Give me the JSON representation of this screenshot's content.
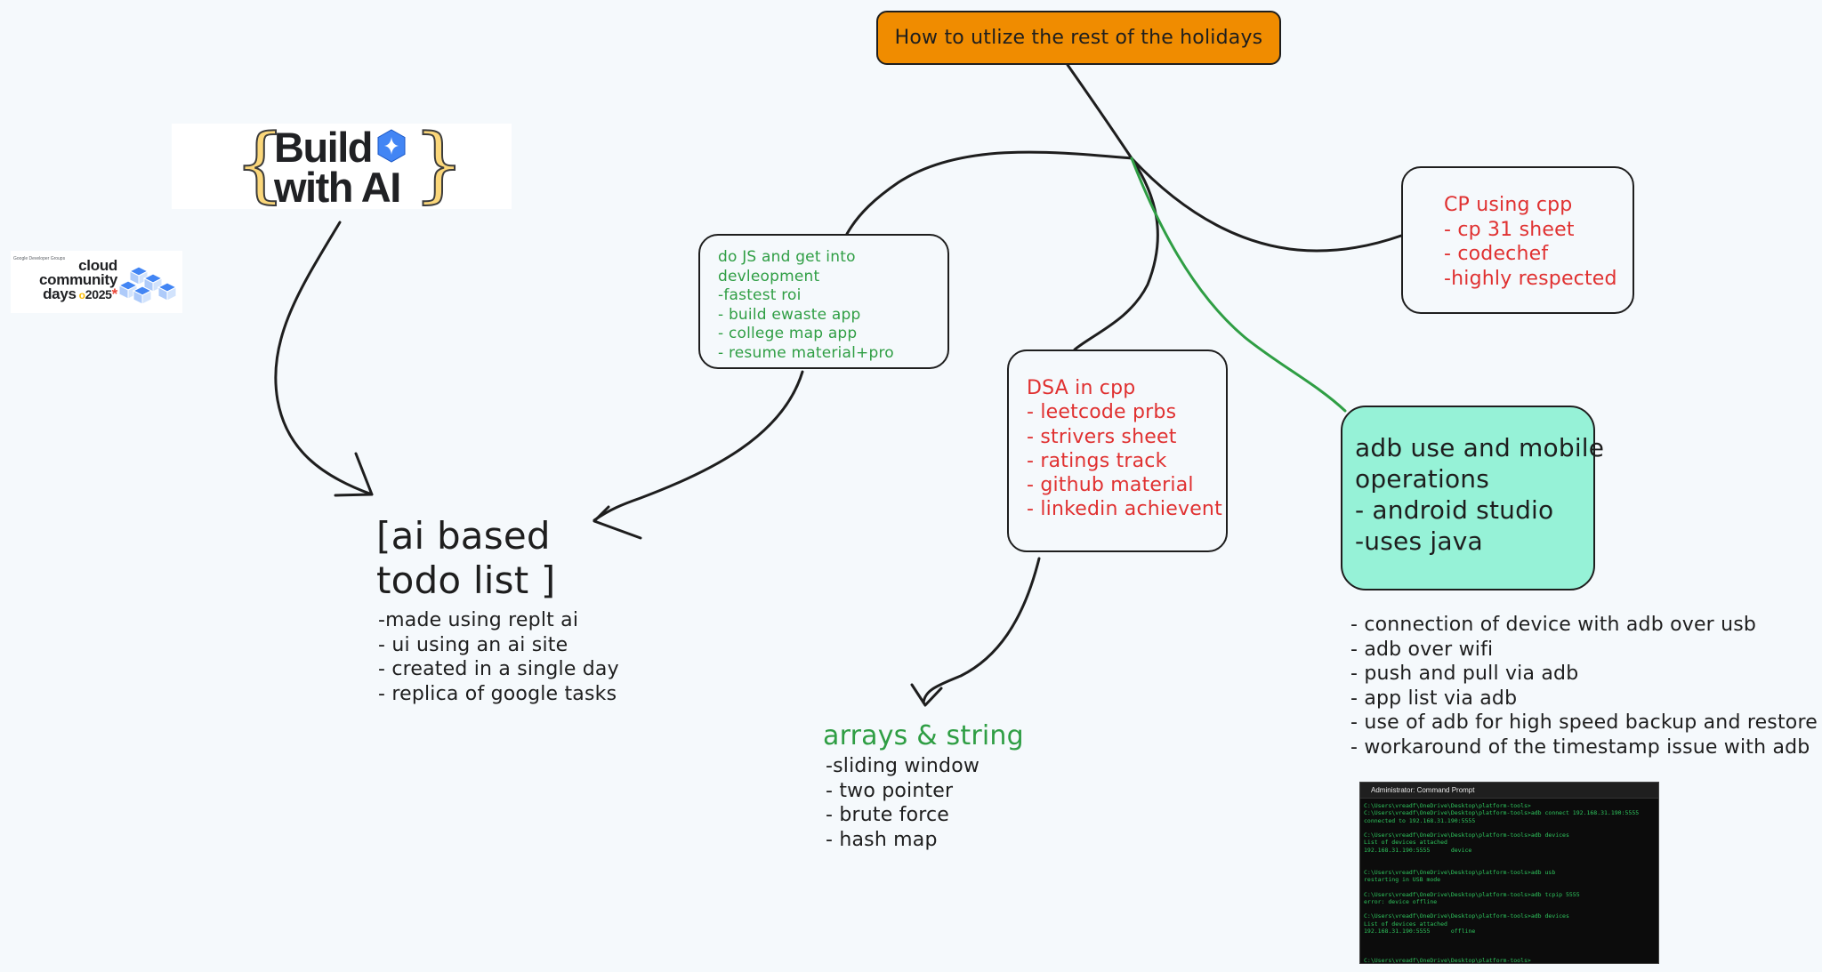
{
  "title": "How to utlize the rest of the holidays",
  "nodes": {
    "js": {
      "lines": [
        "do JS and get into",
        "devleopment",
        "-fastest roi",
        "- build ewaste app",
        "- college map app",
        "- resume material+pro"
      ],
      "color": "#2f9e44"
    },
    "cp": {
      "lines": [
        "CP using cpp",
        "- cp 31 sheet",
        "- codechef",
        "-highly respected"
      ],
      "color": "#e03131"
    },
    "dsa": {
      "lines": [
        "DSA in cpp",
        "- leetcode prbs",
        "- strivers sheet",
        "- ratings track",
        "- github material",
        "- linkedin achievent"
      ],
      "color": "#e03131"
    },
    "adb": {
      "lines": [
        "adb use and mobile",
        "operations",
        "- android studio",
        "-uses java"
      ],
      "fill": "#96f2d7"
    }
  },
  "todo": {
    "title_lines": [
      "[ai based",
      "todo list ]"
    ],
    "notes": [
      "-made using replt ai",
      "- ui using an ai site",
      "- created in a single day",
      "- replica of google tasks"
    ]
  },
  "arrays": {
    "title": "arrays & string",
    "title_color": "#2f9e44",
    "notes": [
      "-sliding window",
      "- two pointer",
      "- brute force",
      "- hash map"
    ]
  },
  "adb_notes": [
    "- connection of device with adb over usb",
    "- adb over wifi",
    "- push and pull via adb",
    "- app list via adb",
    "- use of adb for high speed backup and restore",
    "- workaround of the timestamp issue with adb"
  ],
  "logos": {
    "build_with_ai": {
      "line1": "Build",
      "line2": "with AI",
      "brace_color": "#fbd77a",
      "gem_color": "#4285f4"
    },
    "cloud_community_days": {
      "small": "Google Developer Groups",
      "line1": "cloud",
      "line2": "community",
      "line3": "days",
      "year": "2025"
    }
  },
  "terminal": {
    "title": "Administrator: Command Prompt",
    "lines": [
      "C:\\Users\\vreadf\\OneDrive\\Desktop\\platform-tools>",
      "C:\\Users\\vreadf\\OneDrive\\Desktop\\platform-tools>adb connect 192.168.31.190:5555",
      "connected to 192.168.31.190:5555",
      "",
      "C:\\Users\\vreadf\\OneDrive\\Desktop\\platform-tools>adb devices",
      "List of devices attached",
      "192.168.31.190:5555      device",
      "",
      "",
      "C:\\Users\\vreadf\\OneDrive\\Desktop\\platform-tools>adb usb",
      "restarting in USB mode",
      "",
      "C:\\Users\\vreadf\\OneDrive\\Desktop\\platform-tools>adb tcpip 5555",
      "error: device offline",
      "",
      "C:\\Users\\vreadf\\OneDrive\\Desktop\\platform-tools>adb devices",
      "List of devices attached",
      "192.168.31.190:5555      offline",
      "",
      "",
      "",
      "C:\\Users\\vreadf\\OneDrive\\Desktop\\platform-tools>_"
    ]
  },
  "colors": {
    "background": "#f5f9fc",
    "stroke": "#1e1e1e",
    "title_fill": "#f08c00",
    "green_connector": "#2f9e44"
  }
}
